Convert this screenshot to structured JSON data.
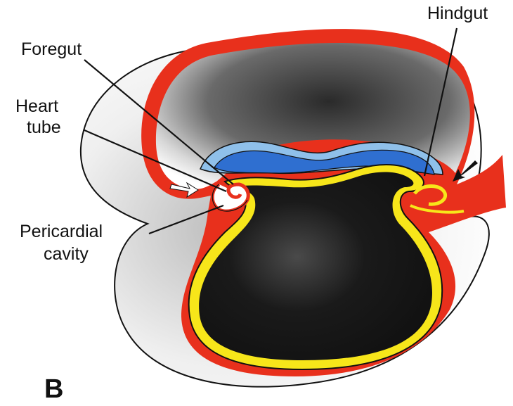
{
  "panel": "B",
  "labels": {
    "foregut": "Foregut",
    "hindgut": "Hindgut",
    "heart_tube_line1": "Heart",
    "heart_tube_line2": "tube",
    "pericardial_line1": "Pericardial",
    "pericardial_line2": "cavity"
  },
  "colors": {
    "ectoderm": "#e8301c",
    "endoderm_yellow": "#f7e61a",
    "gut_blue": "#2f6fd0",
    "gut_blue_light": "#8fc0ea",
    "dark_cavity": "#1a1a1a",
    "outline": "#111111"
  }
}
